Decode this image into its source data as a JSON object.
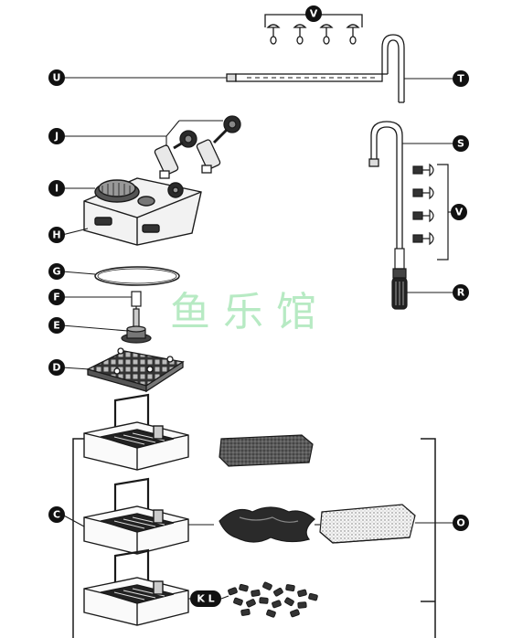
{
  "labels": {
    "U": "U",
    "V_top": "V",
    "T": "T",
    "J": "J",
    "S": "S",
    "I": "I",
    "V_side": "V",
    "H": "H",
    "G": "G",
    "F": "F",
    "R": "R",
    "E": "E",
    "D": "D",
    "C": "C",
    "O": "O",
    "KL": "K L"
  },
  "watermark": "鱼 乐 馆",
  "colors": {
    "ink": "#1a1a1a",
    "fill": "#e8e8e8",
    "sponge": "#6e6e6e",
    "watermark": "#9fe3b0"
  }
}
